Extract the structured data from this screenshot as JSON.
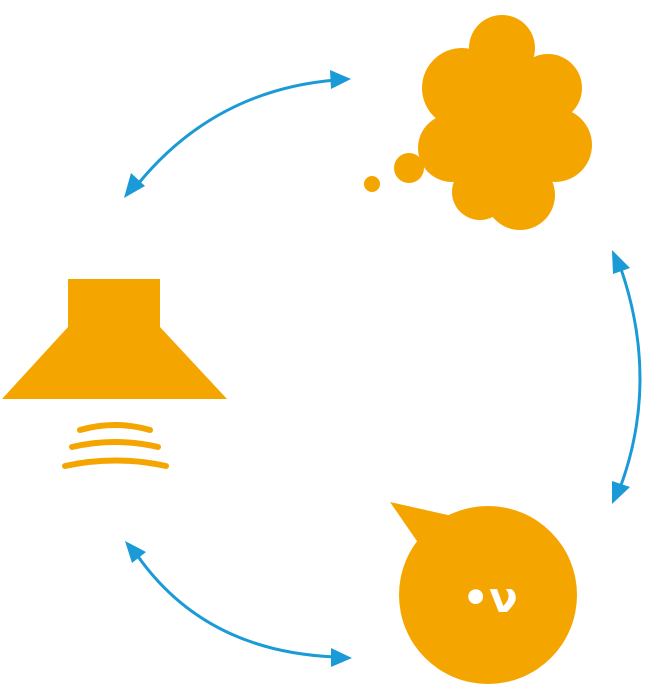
{
  "colors": {
    "accent": "#F5A500",
    "arrow": "#1A9AD6",
    "background": "#FFFFFF"
  },
  "icons": {
    "thought": "thought-cloud-icon",
    "speaker": "loudspeaker-icon",
    "speech": "speech-bubble-icon"
  },
  "speech_bubble": {
    "glyph": "•ν"
  },
  "arrows": [
    "speaker-thought",
    "thought-speech",
    "speech-speaker"
  ]
}
